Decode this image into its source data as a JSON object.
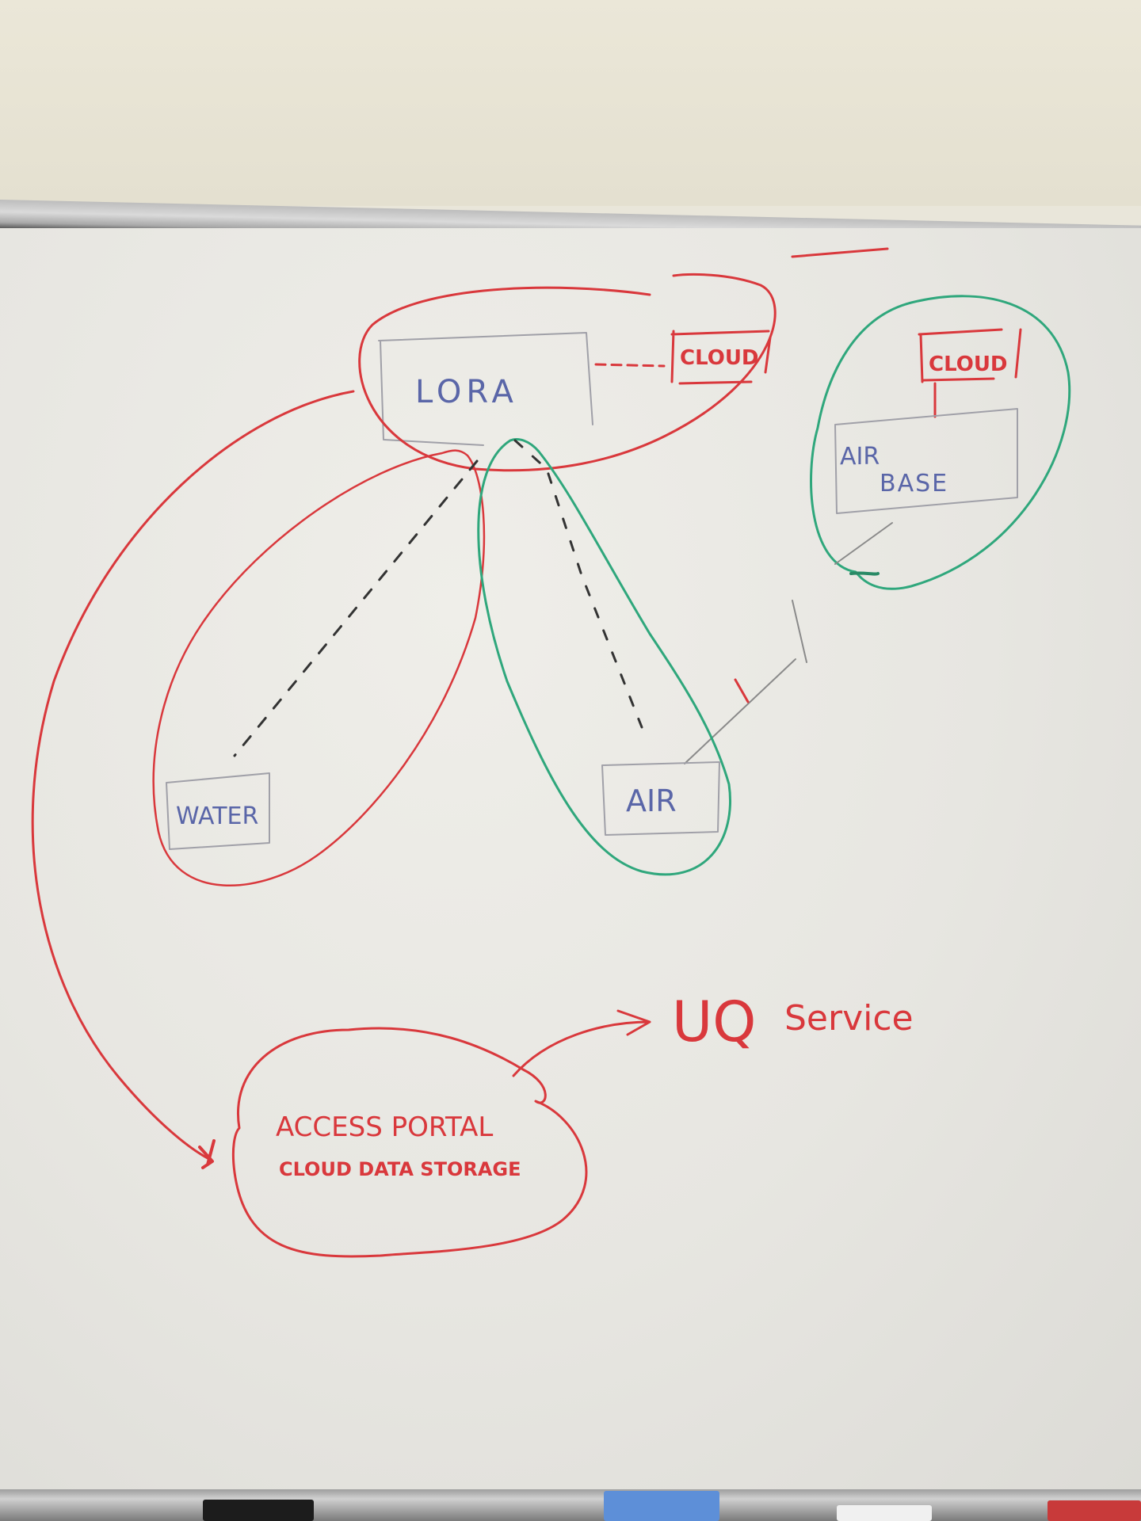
{
  "colors": {
    "red_ink": "#d9383c",
    "green_ink": "#2fa77c",
    "blue_ink": "#5a66a8",
    "black_ink": "#333333"
  },
  "nodes": {
    "lora": "LORA",
    "cloud_lora": "CLOUD",
    "cloud_air_base": "CLOUD",
    "air_base_line1": "AIR",
    "air_base_line2": "BASE",
    "water": "WATER",
    "air": "AIR",
    "portal_line1": "ACCESS PORTAL",
    "portal_line2": "CLOUD DATA STORAGE",
    "uq_service_a": "UQ",
    "uq_service_b": "Service"
  }
}
